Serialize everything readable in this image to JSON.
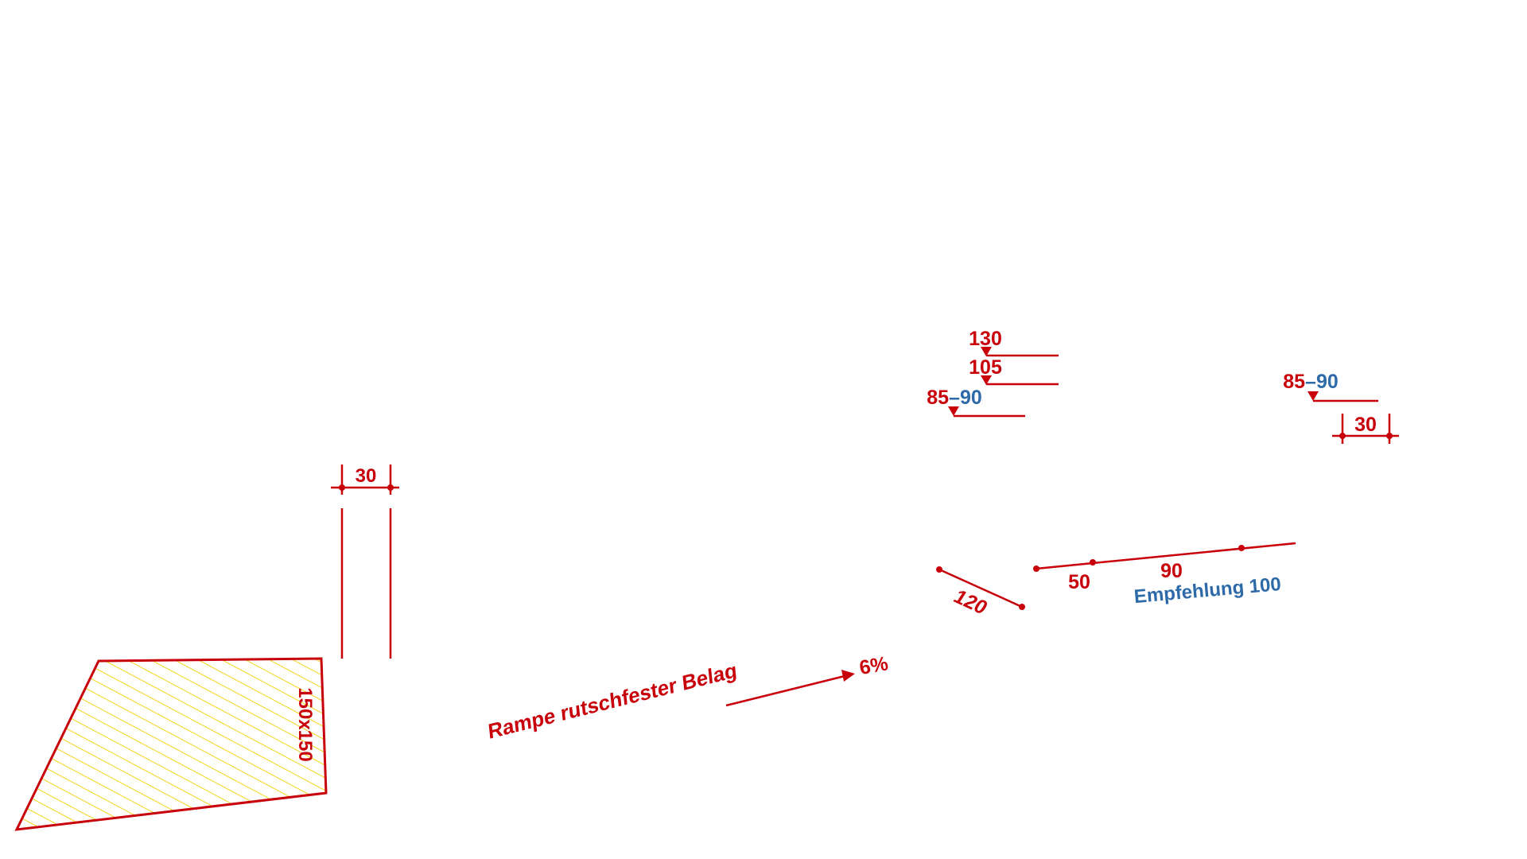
{
  "colors": {
    "primary": "#c8000a",
    "secondary": "#2e6aa8",
    "hatch": "#f2cf00"
  },
  "labels": {
    "dim_left": "30",
    "area": "150x150",
    "ramp": "Rampe rutschfester Belag",
    "slope": "6%",
    "h130": "130",
    "h105": "105",
    "h85_a": "85",
    "h90_a": "–90",
    "h85_b": "85",
    "h90_b": "–90",
    "dim_right": "30",
    "d120": "120",
    "d50": "50",
    "d90": "90",
    "recommendation": "Empfehlung 100"
  }
}
